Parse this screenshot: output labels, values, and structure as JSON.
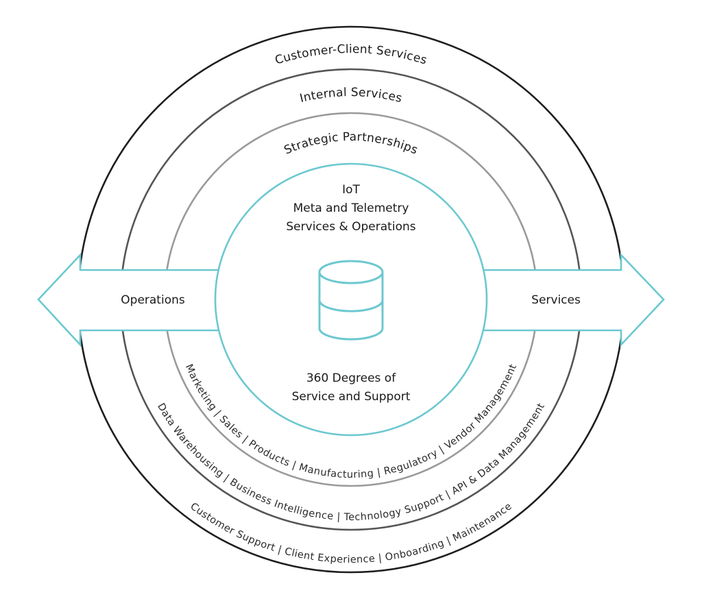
{
  "colors": {
    "accent": "#6cc8d0",
    "outer_ring": "#1e1e1e",
    "middle_ring": "#555555",
    "inner_ring": "#9a9a9a",
    "text": "#1a1a1a"
  },
  "rings": {
    "outer": {
      "title": "Customer-Client Services",
      "items_text": "Customer Support | Client Experience | Onboarding | Maintenance"
    },
    "middle": {
      "title": "Internal Services",
      "items_text": "Data Warehousing | Business Intelligence | Technology Support | API & Data Management"
    },
    "inner": {
      "title": "Strategic Partnerships",
      "items_text": "Marketing | Sales | Products | Manufacturing | Regulatory | Vendor Management"
    }
  },
  "core": {
    "top_lines": [
      "IoT",
      "Meta and Telemetry",
      "Services & Operations"
    ],
    "icon": "database-icon",
    "bottom_lines": [
      "360 Degrees of",
      "Service and Support"
    ]
  },
  "arrows": {
    "left": {
      "label": "Operations",
      "direction": "left"
    },
    "right": {
      "label": "Services",
      "direction": "right"
    }
  }
}
